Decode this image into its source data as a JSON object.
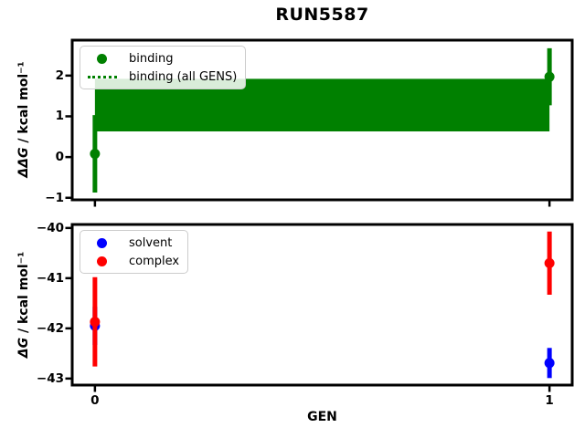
{
  "title": "RUN5587",
  "figure": {
    "background": "#ffffff"
  },
  "chart_data": [
    {
      "type": "errorbar",
      "position": "top",
      "ylabel": "ΔΔG / kcal mol⁻¹",
      "ylabel_math": "ΔΔG",
      "ylabel_units": " / kcal mol⁻¹",
      "xlim": [
        -0.05,
        1.05
      ],
      "ylim": [
        -1.05,
        2.87
      ],
      "xticks": [
        0,
        1
      ],
      "yticks": [
        -1,
        0,
        1,
        2
      ],
      "ytick_labels": [
        "−1",
        "0",
        "1",
        "2"
      ],
      "grid": false,
      "legend_position": "upper left",
      "series": [
        {
          "name": "binding",
          "color": "#008000",
          "marker": "circle",
          "points": [
            {
              "x": 0,
              "y": 0.08,
              "err": 0.95
            },
            {
              "x": 1,
              "y": 1.97,
              "err": 0.7
            }
          ]
        }
      ],
      "band": {
        "name": "binding (all GENS)",
        "color": "#008000",
        "linestyle": "dotted",
        "x_start": 0,
        "x_end": 1,
        "center": 1.27,
        "y_lo": 0.63,
        "y_hi": 1.92
      },
      "legend": [
        {
          "label": "binding",
          "handle": "dot",
          "color": "#008000"
        },
        {
          "label": "binding (all GENS)",
          "handle": "dotted-line",
          "color": "#008000"
        }
      ]
    },
    {
      "type": "errorbar",
      "position": "bottom",
      "xlabel": "GEN",
      "ylabel": "ΔG / kcal mol⁻¹",
      "ylabel_math": "ΔG",
      "ylabel_units": " / kcal mol⁻¹",
      "xlim": [
        -0.05,
        1.05
      ],
      "ylim": [
        -43.13,
        -39.93
      ],
      "xticks": [
        0,
        1
      ],
      "xtick_labels": [
        "0",
        "1"
      ],
      "yticks": [
        -43,
        -42,
        -41,
        -40
      ],
      "ytick_labels": [
        "−43",
        "−42",
        "−41",
        "−40"
      ],
      "grid": false,
      "legend_position": "upper left",
      "series": [
        {
          "name": "solvent",
          "color": "#0000ff",
          "marker": "circle",
          "points": [
            {
              "x": 0,
              "y": -41.95,
              "err": 0.38
            },
            {
              "x": 1,
              "y": -42.69,
              "err": 0.3
            }
          ]
        },
        {
          "name": "complex",
          "color": "#ff0000",
          "marker": "circle",
          "points": [
            {
              "x": 0,
              "y": -41.87,
              "err": 0.89
            },
            {
              "x": 1,
              "y": -40.7,
              "err": 0.63
            }
          ]
        }
      ],
      "legend": [
        {
          "label": "solvent",
          "handle": "dot",
          "color": "#0000ff"
        },
        {
          "label": "complex",
          "handle": "dot",
          "color": "#ff0000"
        }
      ]
    }
  ]
}
